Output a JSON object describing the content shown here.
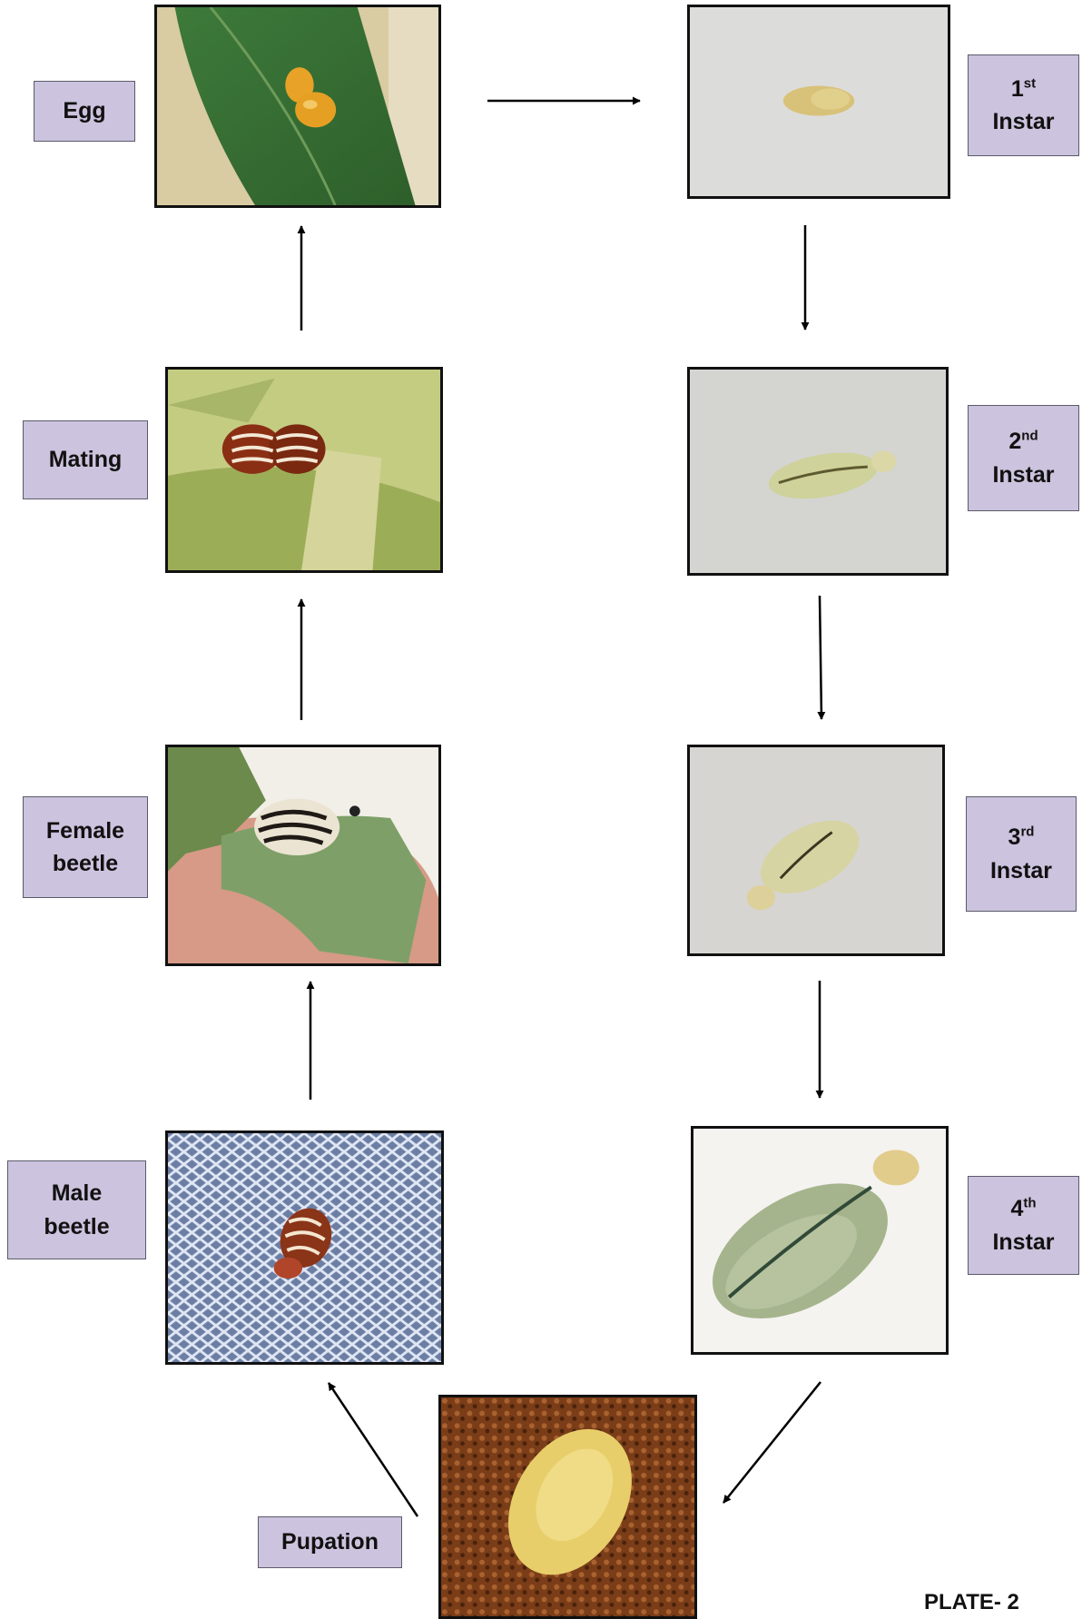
{
  "stages": {
    "egg": {
      "label": "Egg"
    },
    "instar1": {
      "number": "1",
      "suffix": "st",
      "word": "Instar"
    },
    "instar2": {
      "number": "2",
      "suffix": "nd",
      "word": "Instar"
    },
    "instar3": {
      "number": "3",
      "suffix": "rd",
      "word": "Instar"
    },
    "instar4": {
      "number": "4",
      "suffix": "th",
      "word": "Instar"
    },
    "pupation": {
      "label": "Pupation"
    },
    "male": {
      "line1": "Male",
      "line2": "beetle"
    },
    "female": {
      "line1": "Female",
      "line2": "beetle"
    },
    "mating": {
      "label": "Mating"
    }
  },
  "plate_label": "PLATE- 2",
  "colors": {
    "label_fill": "#ccc3de",
    "arrow": "#000000",
    "photo_border": "#111111"
  }
}
